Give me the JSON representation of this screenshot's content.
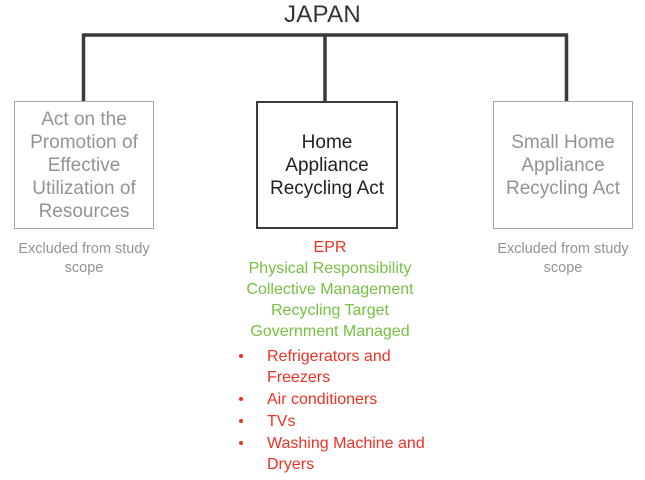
{
  "diagram": {
    "root": {
      "label": "JAPAN"
    },
    "nodes": [
      {
        "id": "act-promotion",
        "label": "Act on the Promotion of Effective Utilization of Resources",
        "caption": "Excluded from study scope",
        "style": "muted",
        "border_color": "#a6a6a6",
        "text_color": "#939393"
      },
      {
        "id": "home-appliance-recycling-act",
        "label": "Home Appliance Recycling Act",
        "caption": "",
        "style": "primary",
        "border_color": "#3b3b3b",
        "text_color": "#231f20"
      },
      {
        "id": "small-home-appliance-recycling-act",
        "label": "Small Home Appliance Recycling Act",
        "caption": "Excluded from study scope",
        "style": "muted",
        "border_color": "#a6a6a6",
        "text_color": "#939393"
      }
    ],
    "annotations": {
      "epr": "EPR",
      "epr_color": "#ee3124",
      "features_color": "#76c043",
      "features": [
        "Physical Responsibility",
        "Collective Management",
        "Recycling Target",
        "Government Managed"
      ],
      "products_color": "#ee3124",
      "products": [
        "Refrigerators and Freezers",
        "Air conditioners",
        "TVs",
        "Washing Machine and Dryers"
      ]
    }
  }
}
